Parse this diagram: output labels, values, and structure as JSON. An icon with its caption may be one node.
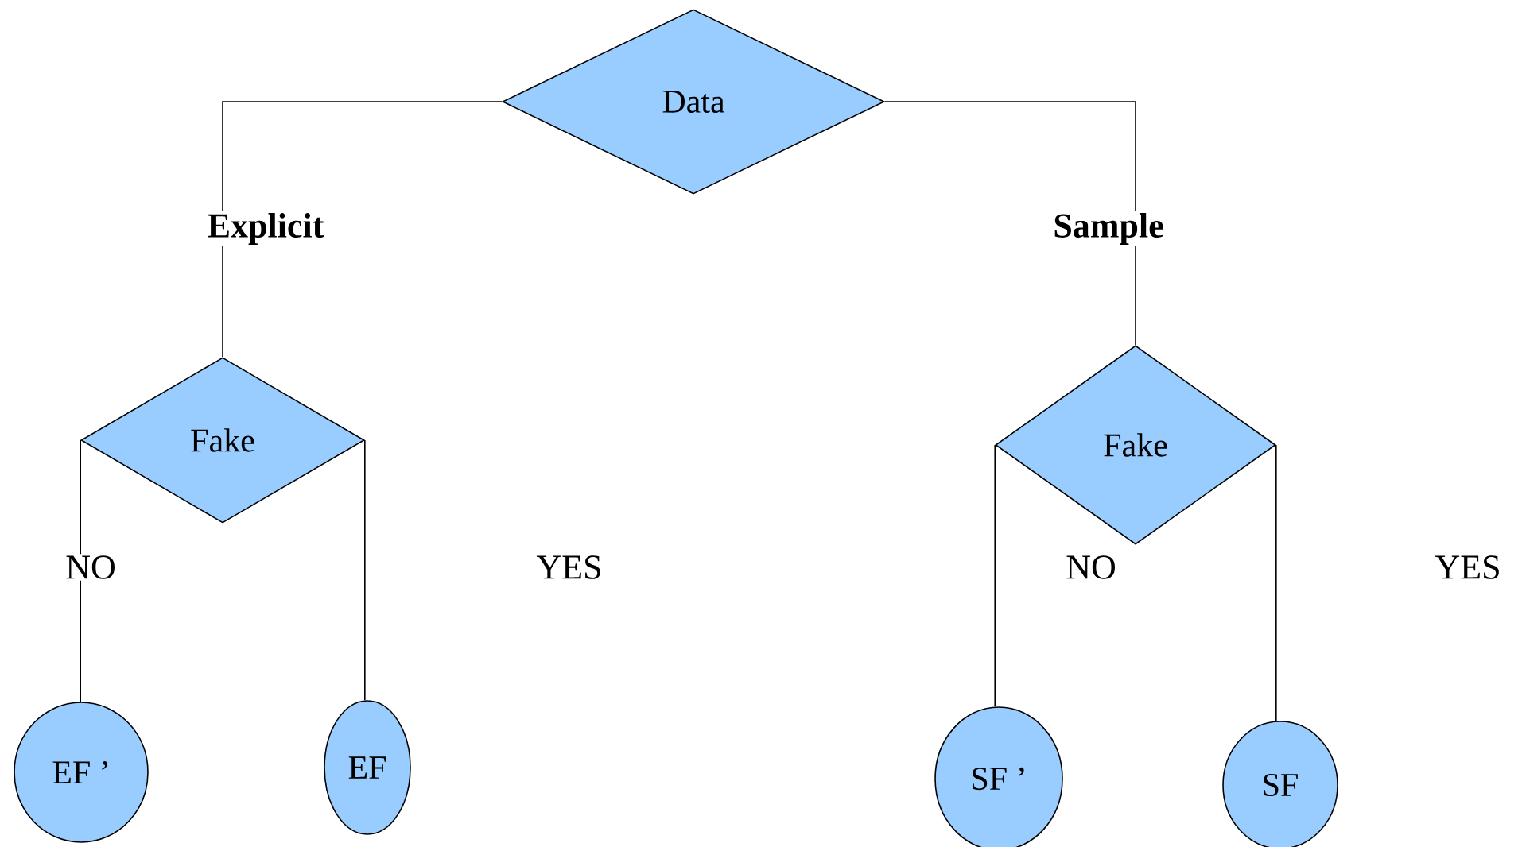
{
  "diagram": {
    "nodes": [
      {
        "text": [
          "Data"
        ]
      },
      {
        "text": [
          "Fake"
        ]
      },
      {
        "text": [
          "Fake"
        ]
      },
      {
        "text": [
          "EF ’"
        ]
      },
      {
        "text": [
          "EF"
        ]
      },
      {
        "text": [
          "SF ’"
        ]
      },
      {
        "text": [
          "SF"
        ]
      }
    ],
    "edges": [
      {
        "from": 0,
        "to": 1,
        "arrow": "none",
        "label": "Explicit"
      },
      {
        "from": 0,
        "to": 2,
        "arrow": "none",
        "label": "Sample"
      },
      {
        "from": 1,
        "to": 3,
        "arrow": "none",
        "label": "NO"
      },
      {
        "from": 1,
        "to": 4,
        "arrow": "none",
        "label": "YES"
      },
      {
        "from": 2,
        "to": 5,
        "arrow": "none",
        "label": "NO"
      },
      {
        "from": 2,
        "to": 6,
        "arrow": "none",
        "label": "YES"
      }
    ]
  }
}
